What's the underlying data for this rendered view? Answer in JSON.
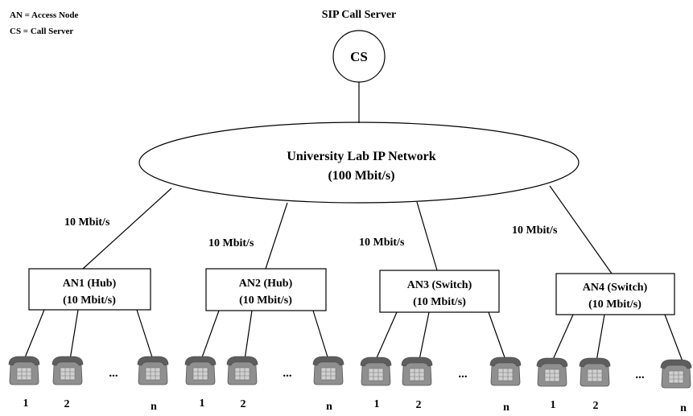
{
  "legend": {
    "an_def": "AN = Access Node",
    "cs_def": "CS = Call Server"
  },
  "server": {
    "title": "SIP Call Server",
    "label": "CS"
  },
  "network": {
    "name": "University Lab IP Network",
    "speed": "(100 Mbit/s)"
  },
  "links": [
    {
      "speed": "10 Mbit/s"
    },
    {
      "speed": "10 Mbit/s"
    },
    {
      "speed": "10 Mbit/s"
    },
    {
      "speed": "10 Mbit/s"
    }
  ],
  "nodes": [
    {
      "name": "AN1 (Hub)",
      "speed": "(10 Mbit/s)",
      "phones": [
        "1",
        "2",
        "n"
      ],
      "ellipsis": "..."
    },
    {
      "name": "AN2 (Hub)",
      "speed": "(10 Mbit/s)",
      "phones": [
        "1",
        "2",
        "n"
      ],
      "ellipsis": "..."
    },
    {
      "name": "AN3 (Switch)",
      "speed": "(10 Mbit/s)",
      "phones": [
        "1",
        "2",
        "n"
      ],
      "ellipsis": "..."
    },
    {
      "name": "AN4 (Switch)",
      "speed": "(10 Mbit/s)",
      "phones": [
        "1",
        "2",
        "n"
      ],
      "ellipsis": "..."
    }
  ],
  "icons": {
    "phone": "telephone-icon"
  }
}
